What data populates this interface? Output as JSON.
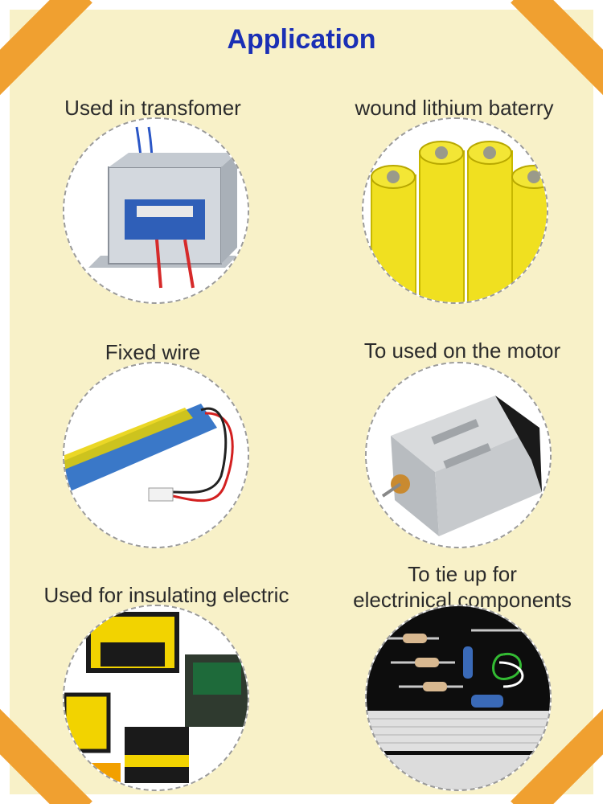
{
  "title": "Application",
  "items": [
    {
      "label": "Used in transfomer",
      "icon": "transformer-icon"
    },
    {
      "label": "wound lithium baterry",
      "icon": "lithium-battery-icon"
    },
    {
      "label": "Fixed wire",
      "icon": "fixed-wire-battery-icon"
    },
    {
      "label": "To used on the motor",
      "icon": "dc-motor-icon"
    },
    {
      "label": "Used for insulating electric",
      "icon": "electric-transformer-coils-icon"
    },
    {
      "label_line1": "To tie up for",
      "label_line2": "electrinical components",
      "icon": "circuit-board-icon"
    }
  ],
  "colors": {
    "title": "#1a2fb5",
    "panel": "#f8f1c8",
    "corner": "#f0a030",
    "tape": "#f2d300"
  }
}
